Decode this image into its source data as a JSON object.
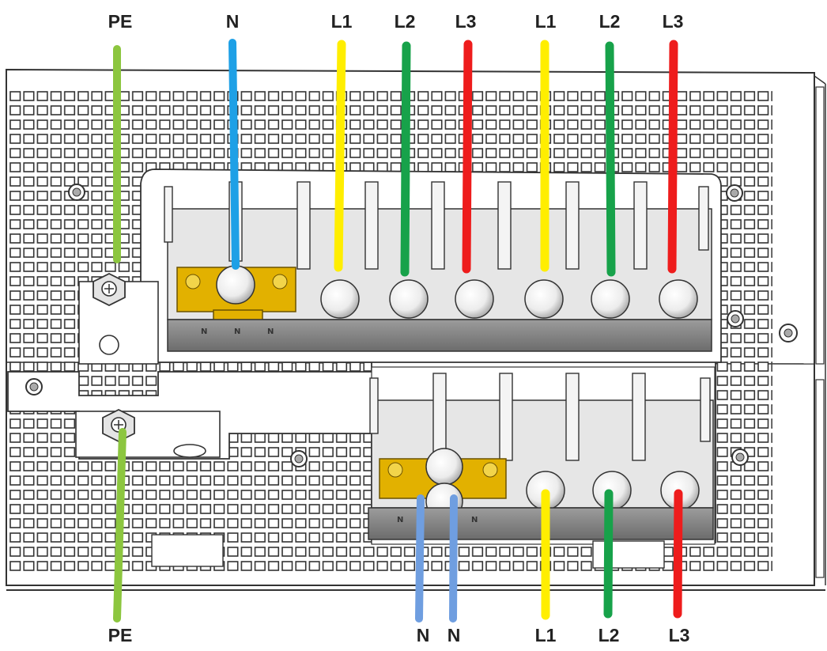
{
  "top_labels": [
    "PE",
    "N",
    "L1",
    "L2",
    "L3",
    "L1",
    "L2",
    "L3"
  ],
  "bottom_labels": [
    "PE",
    "N",
    "N",
    "L1",
    "L2",
    "L3"
  ],
  "upper_block_markings": [
    "N",
    "N",
    "N"
  ],
  "lower_block_markings": [
    "N",
    "N"
  ],
  "colors": {
    "pe": "#8cc63f",
    "n_top": "#1ea0e6",
    "n_bottom": "#6f9ee0",
    "l1": "#ffee00",
    "l2": "#17a24a",
    "l3": "#ee1c1c",
    "brass": "#e2b100",
    "rail": "#8e8e8e",
    "panel_line": "#333333"
  }
}
